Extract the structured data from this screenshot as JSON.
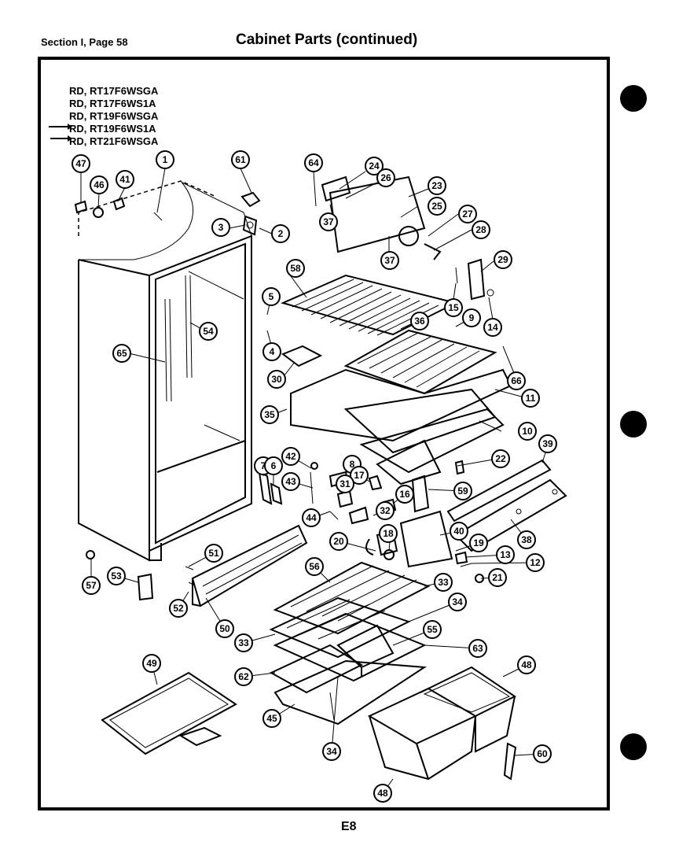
{
  "header": {
    "section_label": "Section I, Page 58",
    "title": "Cabinet Parts (continued)"
  },
  "models": [
    "RD, RT17F6WSGA",
    "RD, RT17F6WS1A",
    "RD, RT19F6WSGA",
    "RD, RT19F6WS1A",
    "RD, RT21F6WSGA"
  ],
  "page_number": "E8",
  "callouts": [
    "47",
    "46",
    "41",
    "1",
    "61",
    "64",
    "24",
    "26",
    "23",
    "37",
    "25",
    "27",
    "28",
    "37",
    "3",
    "2",
    "58",
    "29",
    "15",
    "14",
    "5",
    "36",
    "9",
    "54",
    "4",
    "65",
    "30",
    "66",
    "35",
    "11",
    "10",
    "42",
    "7",
    "6",
    "8",
    "17",
    "22",
    "39",
    "43",
    "31",
    "16",
    "59",
    "32",
    "44",
    "40",
    "18",
    "19",
    "38",
    "20",
    "51",
    "13",
    "12",
    "21",
    "53",
    "56",
    "33",
    "52",
    "57",
    "34",
    "50",
    "55",
    "33",
    "63",
    "49",
    "48",
    "62",
    "45",
    "34",
    "60",
    "48"
  ]
}
